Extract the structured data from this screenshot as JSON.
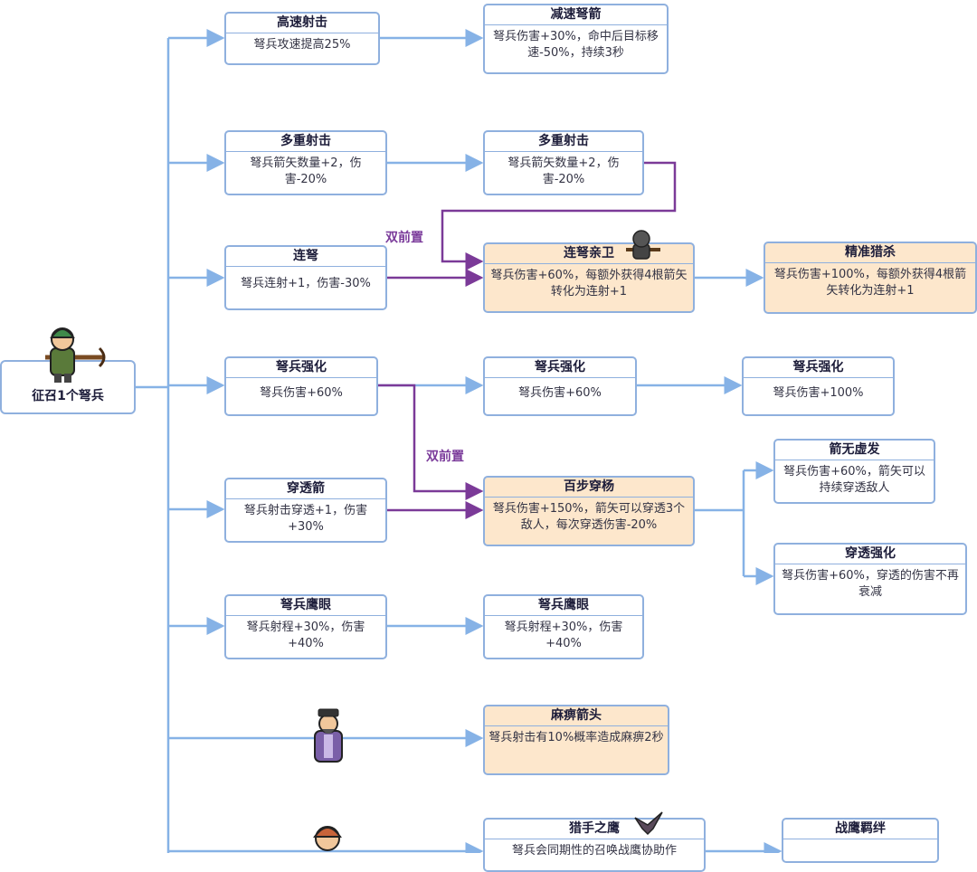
{
  "root": {
    "label": "征召1个弩兵"
  },
  "nodes": {
    "n1": {
      "title": "高速射击",
      "desc": "弩兵攻速提高25%"
    },
    "n2": {
      "title": "减速弩箭",
      "desc": "弩兵伤害+30%，命中后目标移速-50%，持续3秒"
    },
    "n3": {
      "title": "多重射击",
      "desc": "弩兵箭矢数量+2，伤害-20%"
    },
    "n4": {
      "title": "多重射击",
      "desc": "弩兵箭矢数量+2，伤害-20%"
    },
    "n5": {
      "title": "连弩",
      "desc": "弩兵连射+1，伤害-30%"
    },
    "n6": {
      "title": "连弩亲卫",
      "desc": "弩兵伤害+60%，每额外获得4根箭矢转化为连射+1"
    },
    "n7": {
      "title": "精准猎杀",
      "desc": "弩兵伤害+100%，每额外获得4根箭矢转化为连射+1"
    },
    "n8": {
      "title": "弩兵强化",
      "desc": "弩兵伤害+60%"
    },
    "n9": {
      "title": "弩兵强化",
      "desc": "弩兵伤害+60%"
    },
    "n10": {
      "title": "弩兵强化",
      "desc": "弩兵伤害+100%"
    },
    "n11": {
      "title": "穿透箭",
      "desc": "弩兵射击穿透+1，伤害+30%"
    },
    "n12": {
      "title": "百步穿杨",
      "desc": "弩兵伤害+150%，箭矢可以穿透3个敌人，每次穿透伤害-20%"
    },
    "n13": {
      "title": "箭无虚发",
      "desc": "弩兵伤害+60%，箭矢可以持续穿透敌人"
    },
    "n14": {
      "title": "穿透强化",
      "desc": "弩兵伤害+60%，穿透的伤害不再衰减"
    },
    "n15": {
      "title": "弩兵鹰眼",
      "desc": "弩兵射程+30%，伤害+40%"
    },
    "n16": {
      "title": "弩兵鹰眼",
      "desc": "弩兵射程+30%，伤害+40%"
    },
    "n17": {
      "title": "麻痹箭头",
      "desc": "弩兵射击有10%概率造成麻痹2秒"
    },
    "n18": {
      "title": "猎手之鹰",
      "desc": "弩兵会同期性的召唤战鹰协助作"
    },
    "n19": {
      "title": "战鹰羁绊",
      "desc": ""
    }
  },
  "labels": {
    "dual1": "双前置",
    "dual2": "双前置"
  },
  "colors": {
    "normal_line": "#86b2e6",
    "prereq_line": "#7b3a98",
    "node_border": "#8fb0de",
    "highlight_fill": "#fde7cc"
  },
  "icons": [
    "crossbow-soldier-icon",
    "crossbow-guard-icon",
    "advisor-icon",
    "hunter-icon",
    "eagle-icon"
  ]
}
